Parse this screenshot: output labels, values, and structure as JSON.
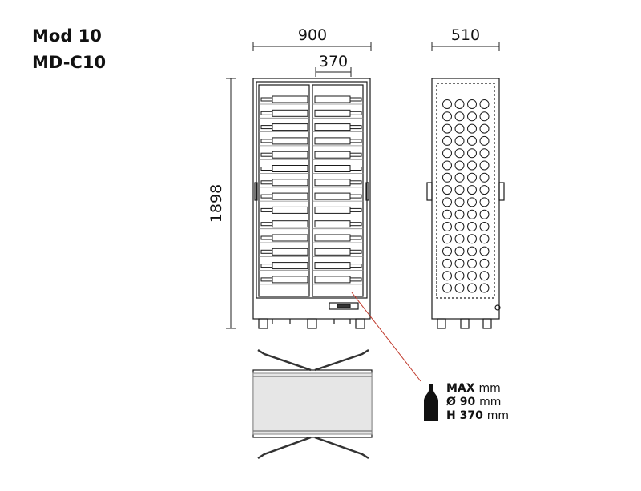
{
  "title": {
    "line1": "Mod 10",
    "line2": "MD-C10"
  },
  "dimensions": {
    "width": "900",
    "door_width": "370",
    "depth": "510",
    "height": "1898"
  },
  "bottle_spec": {
    "max_label": "MAX",
    "max_unit": "mm",
    "diameter_label": "Ø 90",
    "diameter_unit": "mm",
    "height_label": "H 370",
    "height_unit": "mm"
  },
  "layout": {
    "bottle_rows": 14,
    "bottles_per_door": 1,
    "side_columns": 4,
    "side_rows": 16
  },
  "colors": {
    "line": "#1a1a1a",
    "leader": "#c0392b",
    "gray": "#888888"
  }
}
